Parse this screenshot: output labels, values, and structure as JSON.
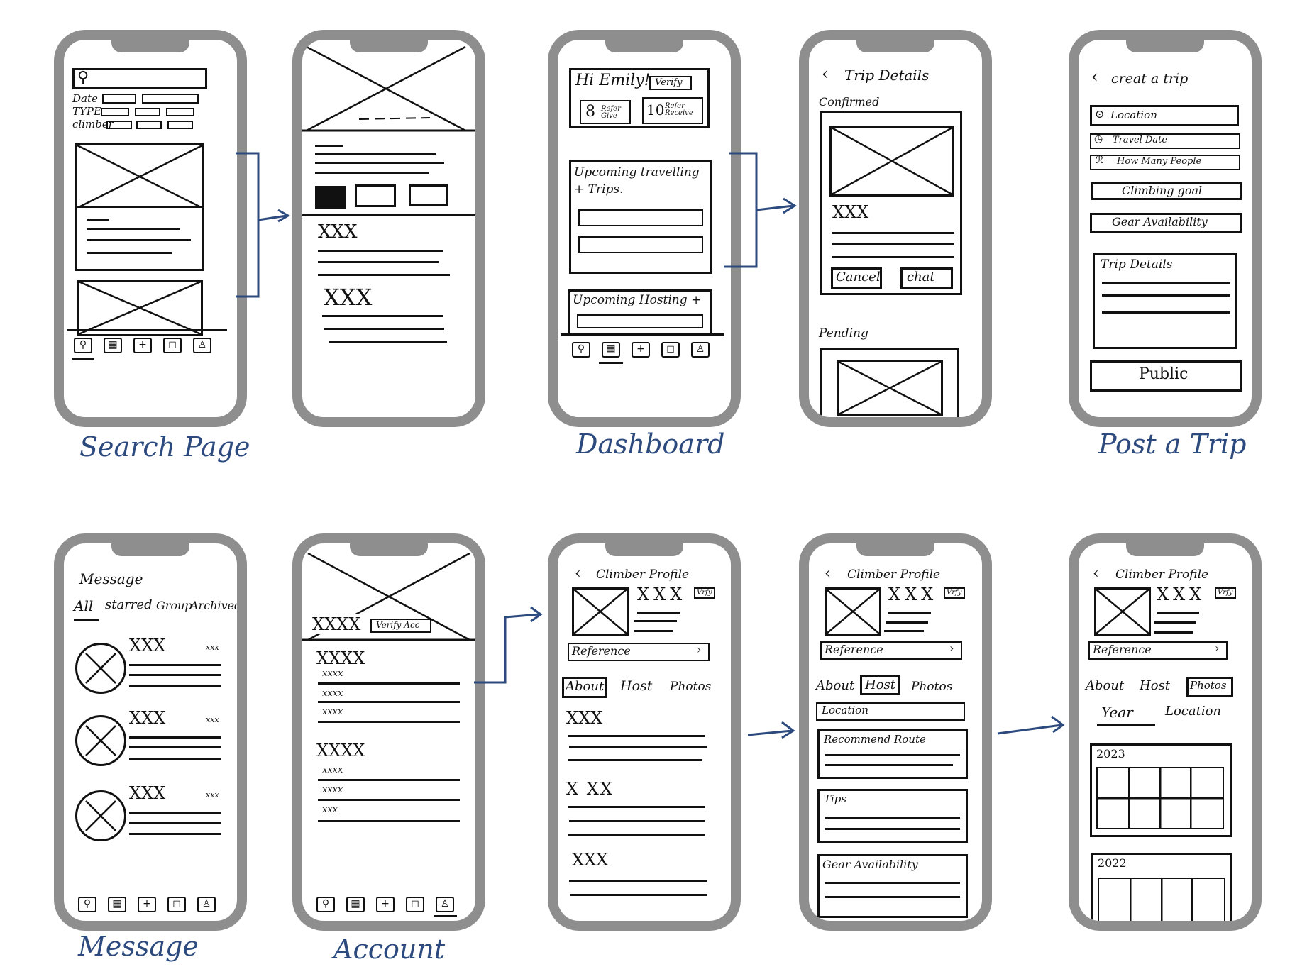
{
  "captions": {
    "search": "Search Page",
    "dashboard": "Dashboard",
    "post": "Post a Trip",
    "message": "Message",
    "account": "Account"
  },
  "search": {
    "date": "Date",
    "type": "TYPE",
    "climber": "climber"
  },
  "detail": {
    "t1": "XXX",
    "t2": "XXX"
  },
  "dashboard": {
    "greeting": "Hi Emily!",
    "verify": "Verify",
    "refer_give_num": "8",
    "refer_give": "Refer Give",
    "refer_receive_num": "10",
    "refer_receive": "Refer Receive",
    "upcoming_travel": "Upcoming travelling + Trips.",
    "upcoming_hosting": "Upcoming Hosting +"
  },
  "trip_details": {
    "title": "Trip Details",
    "confirmed": "Confirmed",
    "name": "XXX",
    "cancel": "Cancel",
    "chat": "chat",
    "pending": "Pending"
  },
  "post_trip": {
    "title": "creat a trip",
    "location": "Location",
    "travel_date": "Travel Date",
    "how_many": "How Many People",
    "climbing_goal": "Climbing goal",
    "gear": "Gear Availability",
    "trip_details": "Trip Details",
    "public": "Public"
  },
  "message": {
    "title": "Message",
    "tabs": [
      "All",
      "starred",
      "Group",
      "Archived"
    ],
    "items": [
      {
        "name": "XXX",
        "time": "xxx"
      },
      {
        "name": "XXX",
        "time": "xxx"
      },
      {
        "name": "XXX",
        "time": "xxx"
      }
    ]
  },
  "account": {
    "name": "XXXX",
    "verify": "Verify Acc",
    "section1": "XXXX",
    "s1_items": [
      "xxxx",
      "xxxx",
      "xxxx"
    ],
    "section2": "XXXX",
    "s2_items": [
      "xxxx",
      "xxxx",
      "xxx"
    ]
  },
  "profile": {
    "title": "Climber Profile",
    "name": "XXX",
    "verify": "Vrfy",
    "reference": "Reference",
    "tabs": [
      "About",
      "Host",
      "Photos"
    ],
    "about_items": [
      "XXX",
      "X XX",
      "XXX"
    ]
  },
  "profile_host": {
    "location": "Location",
    "route": "Recommend Route",
    "tips": "Tips",
    "gear": "Gear Availability"
  },
  "profile_photos": {
    "subtabs": [
      "Year",
      "Location"
    ],
    "year1": "2023",
    "year2": "2022"
  },
  "tabbar": [
    "search-icon",
    "dashboard-icon",
    "post-icon",
    "message-icon",
    "account-icon"
  ],
  "tabbar_glyphs": {
    "search": "⚲",
    "dashboard": "▦",
    "post": "+",
    "message": "◻",
    "account": "♙"
  },
  "colors": {
    "ink": "#111111",
    "accent": "#2c4a7e",
    "frame": "#8e8e8e"
  }
}
